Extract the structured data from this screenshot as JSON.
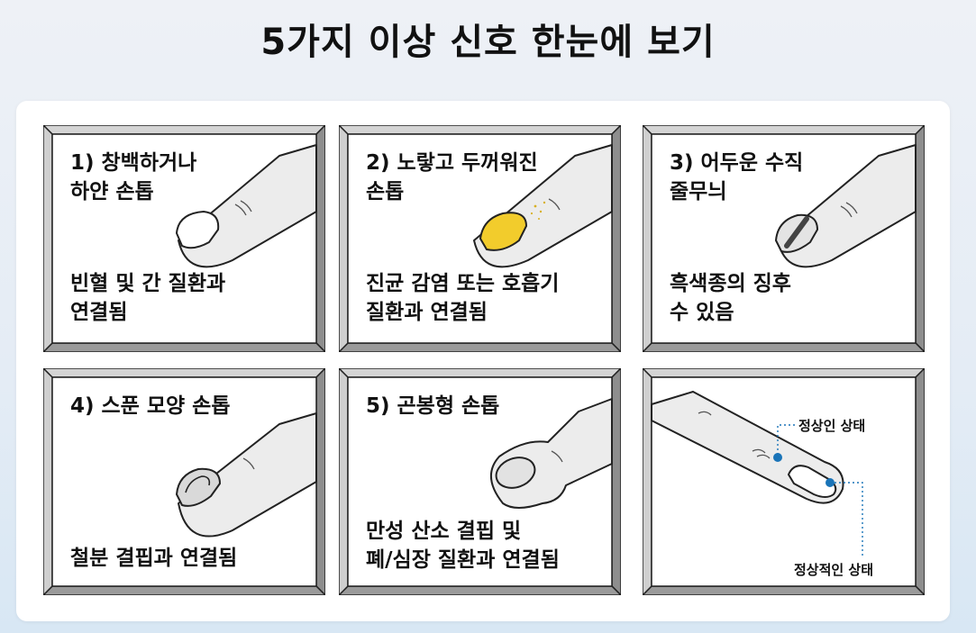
{
  "title": "5가지 이상 신호 한눈에 보기",
  "panels": [
    {
      "heading": "1) 창백하거나\n하얀 손톱",
      "description": "빈혈 및 간 질환과\n연결됨"
    },
    {
      "heading": "2) 노랗고 두꺼워진\n손톱",
      "description": "진균 감염 또는 호흡기\n질환과 연결됨"
    },
    {
      "heading": "3) 어두운 수직\n줄무늬",
      "description": "흑색종의 징후\n수 있음"
    },
    {
      "heading": "4) 스푼 모양 손톱",
      "description": "철분 결핍과 연결됨"
    },
    {
      "heading": "5) 곤봉형 손톱",
      "description": "만성 산소 결핍 및\n폐/심장 질환과 연결됨"
    }
  ],
  "reference": {
    "top_label": "정상인 상태",
    "bottom_label": "정상적인 상태"
  },
  "colors": {
    "yellow_nail": "#f2cc2c",
    "dark_stripe": "#444444",
    "marker": "#1a74b8"
  }
}
